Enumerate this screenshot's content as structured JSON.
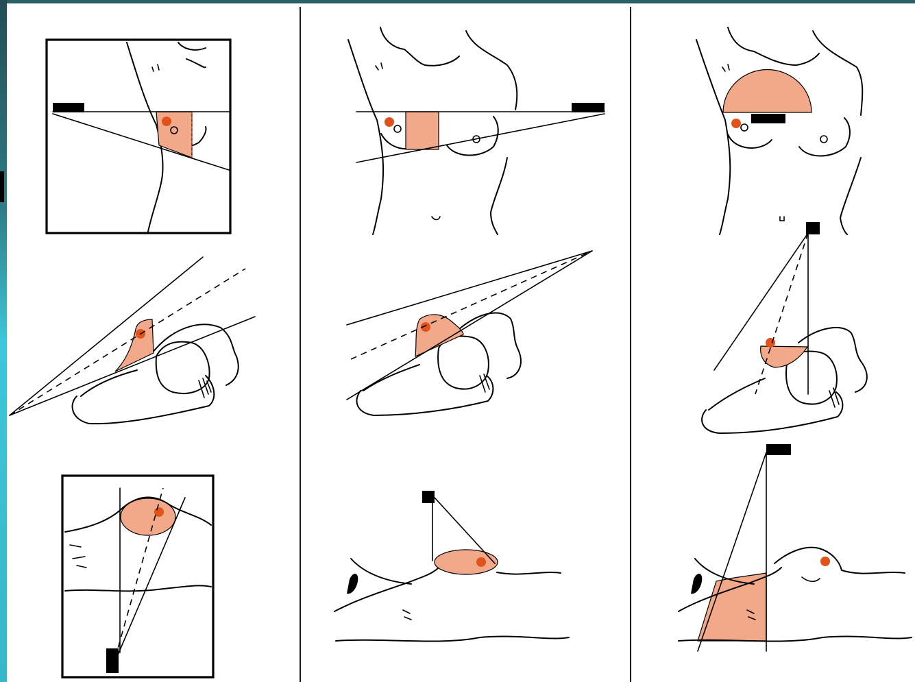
{
  "colors": {
    "field_fill": "#f2a98a",
    "tumor_dot": "#e2521b",
    "ink": "#000000",
    "background": "#ffffff",
    "edge_teal": "#1f5f66",
    "edge_cyan": "#3ec6d8"
  },
  "columns": [
    {
      "panels": [
        "front-view-boxed",
        "lateral-tangent-view",
        "axial-boxed-view"
      ]
    },
    {
      "panels": [
        "front-view-horizontal-beam",
        "lateral-oblique-view",
        "side-view-vertical-beam"
      ]
    },
    {
      "panels": [
        "front-view-semicircle-field",
        "lateral-vertical-view",
        "side-view-wide-field"
      ]
    }
  ]
}
